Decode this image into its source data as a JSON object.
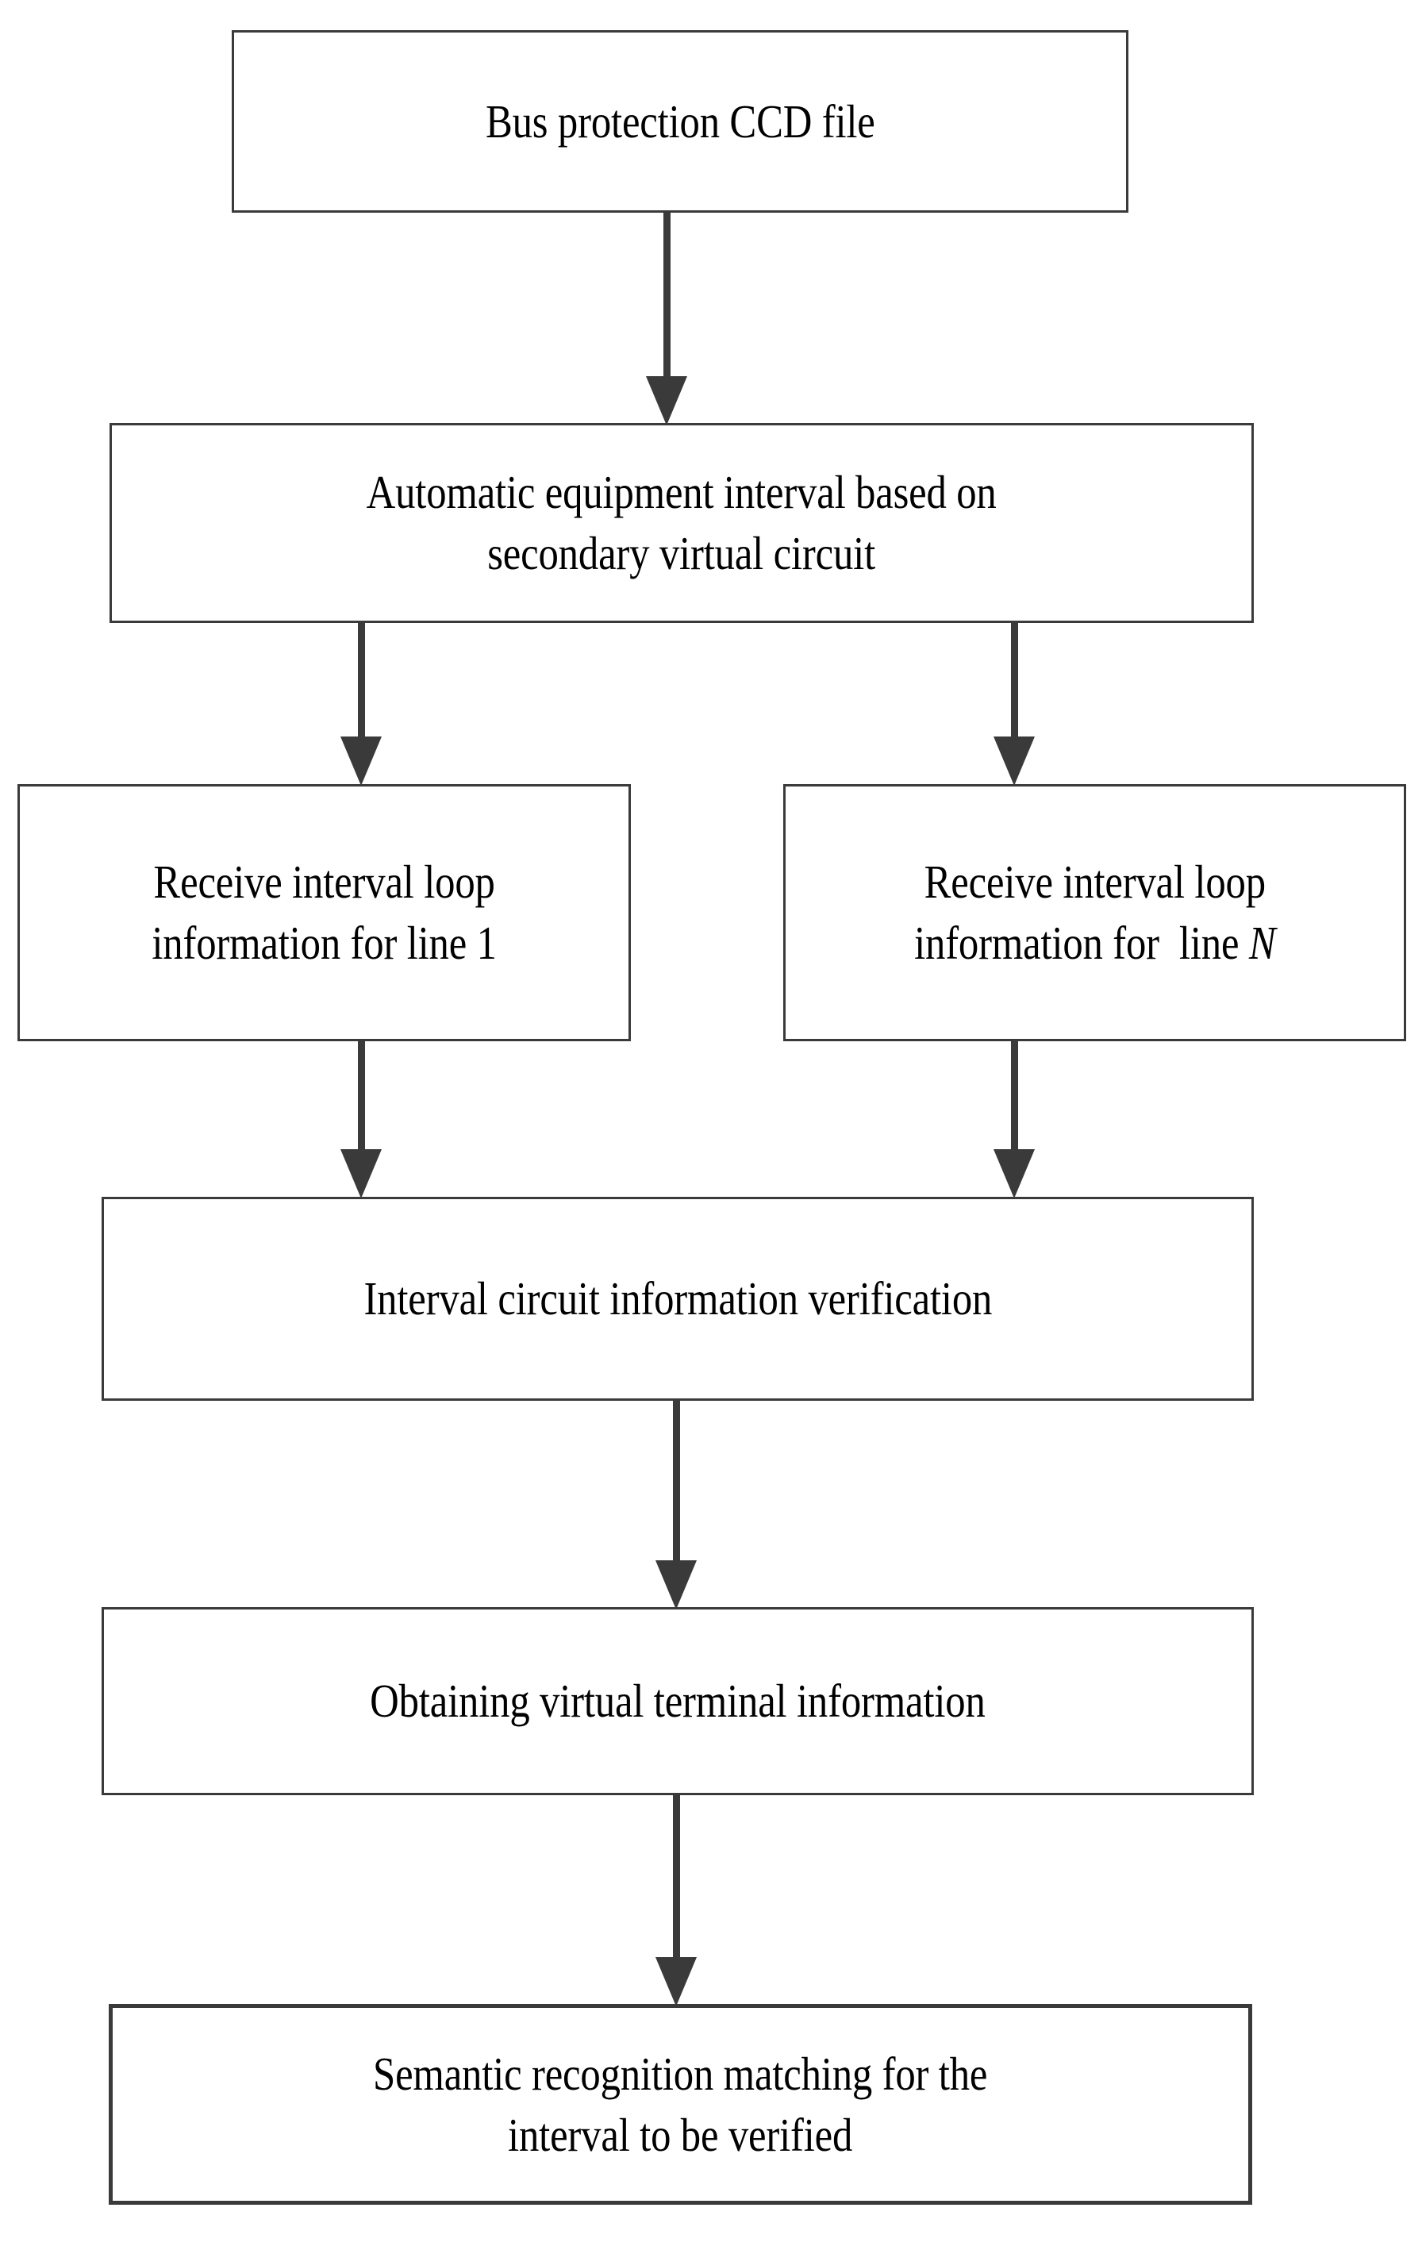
{
  "diagram": {
    "type": "flowchart",
    "orientation": "top-to-bottom",
    "background_color": "#ffffff",
    "line_color": "#3a3a3a",
    "text_color": "#000000",
    "nodes": [
      {
        "id": "ccd-file",
        "label": "Bus protection CCD file",
        "shape": "rectangle",
        "border": "thin"
      },
      {
        "id": "automatic-interval",
        "label": "Automatic equipment interval based on\nsecondary virtual circuit",
        "shape": "rectangle",
        "border": "thin"
      },
      {
        "id": "receive-line-1",
        "label": "Receive interval loop\ninformation for line 1",
        "shape": "rectangle",
        "border": "thin"
      },
      {
        "id": "receive-line-n",
        "label_prefix": "Receive interval loop\ninformation for  line ",
        "label_italic": "N",
        "shape": "rectangle",
        "border": "thin"
      },
      {
        "id": "interval-verification",
        "label": "Interval circuit information verification",
        "shape": "rectangle",
        "border": "thin"
      },
      {
        "id": "virtual-terminal",
        "label": "Obtaining virtual terminal information",
        "shape": "rectangle",
        "border": "thin"
      },
      {
        "id": "semantic-matching",
        "label": "Semantic recognition matching for the\ninterval to be verified",
        "shape": "rectangle",
        "border": "thick"
      }
    ],
    "edges": [
      {
        "id": "e1",
        "from": "ccd-file",
        "to": "automatic-interval",
        "style": "solid-arrow"
      },
      {
        "id": "e2",
        "from": "automatic-interval",
        "to": "receive-line-1",
        "style": "solid-arrow"
      },
      {
        "id": "e3",
        "from": "automatic-interval",
        "to": "receive-line-n",
        "style": "solid-arrow"
      },
      {
        "id": "e4",
        "from": "receive-line-1",
        "to": "interval-verification",
        "style": "solid-arrow"
      },
      {
        "id": "e5",
        "from": "receive-line-n",
        "to": "interval-verification",
        "style": "solid-arrow"
      },
      {
        "id": "e6",
        "from": "interval-verification",
        "to": "virtual-terminal",
        "style": "solid-arrow"
      },
      {
        "id": "e7",
        "from": "virtual-terminal",
        "to": "semantic-matching",
        "style": "solid-arrow"
      }
    ]
  }
}
